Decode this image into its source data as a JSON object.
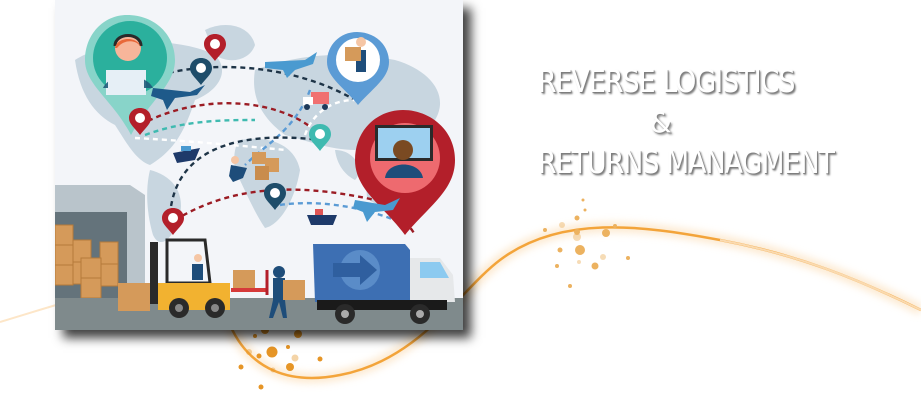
{
  "headline": {
    "line1": "REVERSE LOGISTICS",
    "line2": "&",
    "line3": "RETURNS MANAGMENT"
  },
  "illustration": {
    "subject": "world-map logistics scene",
    "pins": [
      "customer-support-agent-pin",
      "delivery-man-pin",
      "computer-user-pin",
      "location-pins"
    ],
    "vehicles": [
      "airplane",
      "airplane",
      "airplane",
      "ship",
      "ship",
      "forklift",
      "delivery-truck",
      "van"
    ],
    "people": [
      "forklift-driver",
      "worker-carrying-box",
      "worker-pushing-boxes"
    ]
  },
  "colors": {
    "accent_orange": "#f3a43a",
    "card_bg": "#f3f5f9",
    "map": "#c5d4de",
    "teal_pin": "#4fc2b5",
    "blue_pin": "#5b9bd5",
    "red_pin": "#b31f2a",
    "truck_blue": "#3d6fb3",
    "floor": "#7f8a8c",
    "box": "#d59a5a",
    "forklift": "#f2b230"
  }
}
